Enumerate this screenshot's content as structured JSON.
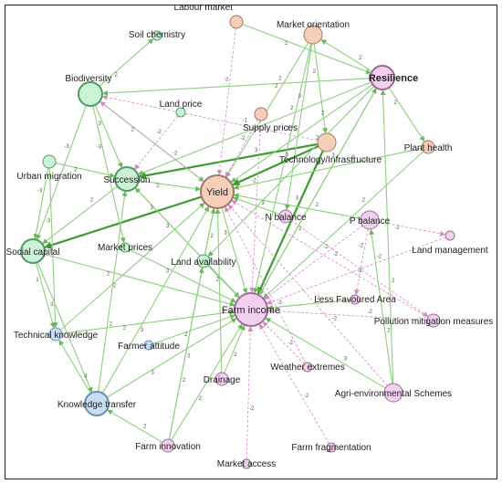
{
  "colors": {
    "green_fill": "#c9f2d6",
    "green_stroke": "#4f9c63",
    "peach_fill": "#f7cfb8",
    "peach_stroke": "#a0756a",
    "pink_fill": "#f4d0f0",
    "pink_stroke": "#9a6d96",
    "blue_fill": "#c8def5",
    "blue_stroke": "#6f8fb0",
    "edge_green": "#8ccf7e",
    "edge_green_dark": "#3d9a2f",
    "edge_pink": "#d488c8"
  },
  "nodes": [
    {
      "id": "labour-market",
      "label": "Labour market",
      "group": "peach",
      "size": "s"
    },
    {
      "id": "market-orientation",
      "label": "Market orientation",
      "group": "peach",
      "size": "m"
    },
    {
      "id": "resilience",
      "label": "Resilience",
      "group": "pink",
      "size": "l"
    },
    {
      "id": "soil-chemistry",
      "label": "Soil chemistry",
      "group": "green",
      "size": "xs"
    },
    {
      "id": "biodiversity",
      "label": "Biodiversity",
      "group": "green",
      "size": "l"
    },
    {
      "id": "land-price",
      "label": "Land price",
      "group": "green",
      "size": "xs"
    },
    {
      "id": "supply-prices",
      "label": "Supply prices",
      "group": "peach",
      "size": "s"
    },
    {
      "id": "technology-infrastructure",
      "label": "Technology/Infrastructure",
      "group": "peach",
      "size": "m"
    },
    {
      "id": "plant-health",
      "label": "Plant health",
      "group": "peach",
      "size": "s"
    },
    {
      "id": "urban-migration",
      "label": "Urban migration",
      "group": "green",
      "size": "s"
    },
    {
      "id": "succession",
      "label": "Succession",
      "group": "green",
      "size": "l"
    },
    {
      "id": "yield",
      "label": "Yield",
      "group": "peach",
      "size": "xl"
    },
    {
      "id": "n-balance",
      "label": "N balance",
      "group": "pink",
      "size": "s"
    },
    {
      "id": "p-balance",
      "label": "P balance",
      "group": "pink",
      "size": "m"
    },
    {
      "id": "social-capital",
      "label": "Social capital",
      "group": "green",
      "size": "l"
    },
    {
      "id": "market-prices",
      "label": "Market prices",
      "group": "green",
      "size": "xs"
    },
    {
      "id": "land-availability",
      "label": "Land availability",
      "group": "green",
      "size": "s"
    },
    {
      "id": "land-management",
      "label": "Land management",
      "group": "pink",
      "size": "xs"
    },
    {
      "id": "less-favoured-area",
      "label": "Less Favoured Area",
      "group": "pink",
      "size": "xs"
    },
    {
      "id": "farm-income",
      "label": "Farm income",
      "group": "pink",
      "size": "xl"
    },
    {
      "id": "technical-knowledge",
      "label": "Technical knowledge",
      "group": "blue",
      "size": "s"
    },
    {
      "id": "farmer-attitude",
      "label": "Farmer attitude",
      "group": "blue",
      "size": "xs"
    },
    {
      "id": "pollution-mitigation",
      "label": "Pollution mitigation measures",
      "group": "pink",
      "size": "s"
    },
    {
      "id": "drainage",
      "label": "Drainage",
      "group": "pink",
      "size": "s"
    },
    {
      "id": "weather-extremes",
      "label": "Weather extremes",
      "group": "pink",
      "size": "xs"
    },
    {
      "id": "agri-environmental",
      "label": "Agri-environmental Schemes",
      "group": "pink",
      "size": "m"
    },
    {
      "id": "knowledge-transfer",
      "label": "Knowledge transfer",
      "group": "blue",
      "size": "l"
    },
    {
      "id": "farm-innovation",
      "label": "Farm innovation",
      "group": "pink",
      "size": "s"
    },
    {
      "id": "market-access",
      "label": "Market access",
      "group": "pink",
      "size": "xs"
    },
    {
      "id": "farm-fragmentation",
      "label": "Farm fragmentation",
      "group": "pink",
      "size": "xs"
    }
  ],
  "edges": [
    {
      "from": "technology-infrastructure",
      "to": "yield",
      "weight": "3",
      "style": "dark"
    },
    {
      "from": "technology-infrastructure",
      "to": "farm-income",
      "weight": "3",
      "style": "dark"
    },
    {
      "from": "technology-infrastructure",
      "to": "succession",
      "weight": "3",
      "style": "dark"
    },
    {
      "from": "yield",
      "to": "social-capital",
      "weight": "3",
      "style": "dark"
    },
    {
      "from": "yield",
      "to": "farm-income",
      "weight": "3",
      "style": "green"
    },
    {
      "from": "biodiversity",
      "to": "succession",
      "weight": "3",
      "style": "green"
    },
    {
      "from": "biodiversity",
      "to": "yield",
      "weight": "2",
      "style": "green"
    },
    {
      "from": "biodiversity",
      "to": "social-capital",
      "weight": "-3",
      "style": "green"
    },
    {
      "from": "biodiversity",
      "to": "soil-chemistry",
      "weight": "2",
      "style": "green"
    },
    {
      "from": "biodiversity",
      "to": "market-prices",
      "weight": "-3",
      "style": "green"
    },
    {
      "from": "market-orientation",
      "to": "yield",
      "weight": "2",
      "style": "green"
    },
    {
      "from": "market-orientation",
      "to": "farm-income",
      "weight": "3",
      "style": "green"
    },
    {
      "from": "market-orientation",
      "to": "technology-infrastructure",
      "weight": "2",
      "style": "green"
    },
    {
      "from": "resilience",
      "to": "market-orientation",
      "weight": "2",
      "style": "green"
    },
    {
      "from": "resilience",
      "to": "yield",
      "weight": "2",
      "style": "green"
    },
    {
      "from": "resilience",
      "to": "succession",
      "weight": "2",
      "style": "green"
    },
    {
      "from": "resilience",
      "to": "farm-income",
      "weight": "3",
      "style": "green"
    },
    {
      "from": "resilience",
      "to": "plant-health",
      "weight": "2",
      "style": "green"
    },
    {
      "from": "resilience",
      "to": "biodiversity",
      "weight": "2",
      "style": "green"
    },
    {
      "from": "labour-market",
      "to": "resilience",
      "weight": "2",
      "style": "green"
    },
    {
      "from": "labour-market",
      "to": "yield",
      "weight": "-2",
      "style": "pink"
    },
    {
      "from": "plant-health",
      "to": "yield",
      "weight": "3",
      "style": "green"
    },
    {
      "from": "plant-health",
      "to": "farm-income",
      "weight": "2",
      "style": "green"
    },
    {
      "from": "supply-prices",
      "to": "yield",
      "weight": "-2",
      "style": "pink"
    },
    {
      "from": "supply-prices",
      "to": "farm-income",
      "weight": "-2",
      "style": "pink"
    },
    {
      "from": "land-price",
      "to": "succession",
      "weight": "-2",
      "style": "pink"
    },
    {
      "from": "urban-migration",
      "to": "social-capital",
      "weight": "-3",
      "style": "green"
    },
    {
      "from": "urban-migration",
      "to": "succession",
      "weight": "2",
      "style": "green"
    },
    {
      "from": "succession",
      "to": "yield",
      "weight": "2",
      "style": "green"
    },
    {
      "from": "succession",
      "to": "social-capital",
      "weight": "2",
      "style": "green"
    },
    {
      "from": "succession",
      "to": "farm-income",
      "weight": "3",
      "style": "green"
    },
    {
      "from": "social-capital",
      "to": "farm-income",
      "weight": "2",
      "style": "green"
    },
    {
      "from": "social-capital",
      "to": "knowledge-transfer",
      "weight": "3",
      "style": "green"
    },
    {
      "from": "n-balance",
      "to": "yield",
      "weight": "3",
      "style": "green"
    },
    {
      "from": "n-balance",
      "to": "pollution-mitigation",
      "weight": "-2",
      "style": "pink"
    },
    {
      "from": "p-balance",
      "to": "yield",
      "weight": "2",
      "style": "green"
    },
    {
      "from": "p-balance",
      "to": "farm-income",
      "weight": "-2",
      "style": "pink"
    },
    {
      "from": "p-balance",
      "to": "land-management",
      "weight": "-2",
      "style": "pink"
    },
    {
      "from": "p-balance",
      "to": "less-favoured-area",
      "weight": "-2",
      "style": "pink"
    },
    {
      "from": "market-prices",
      "to": "farm-income",
      "weight": "3",
      "style": "green"
    },
    {
      "from": "land-availability",
      "to": "farm-income",
      "weight": "2",
      "style": "green"
    },
    {
      "from": "land-availability",
      "to": "yield",
      "weight": "2",
      "style": "green"
    },
    {
      "from": "land-management",
      "to": "farm-income",
      "weight": "-2",
      "style": "pink"
    },
    {
      "from": "less-favoured-area",
      "to": "farm-income",
      "weight": "2",
      "style": "green"
    },
    {
      "from": "pollution-mitigation",
      "to": "farm-income",
      "weight": "-2",
      "style": "pink"
    },
    {
      "from": "pollution-mitigation",
      "to": "yield",
      "weight": "-2",
      "style": "pink"
    },
    {
      "from": "technical-knowledge",
      "to": "farm-income",
      "weight": "2",
      "style": "green"
    },
    {
      "from": "technical-knowledge",
      "to": "yield",
      "weight": "2",
      "style": "green"
    },
    {
      "from": "farmer-attitude",
      "to": "farm-income",
      "weight": "2",
      "style": "green"
    },
    {
      "from": "drainage",
      "to": "farm-income",
      "weight": "2",
      "style": "green"
    },
    {
      "from": "drainage",
      "to": "yield",
      "weight": "2",
      "style": "green"
    },
    {
      "from": "weather-extremes",
      "to": "farm-income",
      "weight": "-2",
      "style": "pink"
    },
    {
      "from": "weather-extremes",
      "to": "yield",
      "weight": "-3",
      "style": "pink"
    },
    {
      "from": "agri-environmental",
      "to": "farm-income",
      "weight": "3",
      "style": "green"
    },
    {
      "from": "agri-environmental",
      "to": "yield",
      "weight": "-2",
      "style": "pink"
    },
    {
      "from": "agri-environmental",
      "to": "p-balance",
      "weight": "2",
      "style": "green"
    },
    {
      "from": "agri-environmental",
      "to": "resilience",
      "weight": "2",
      "style": "green"
    },
    {
      "from": "knowledge-transfer",
      "to": "farm-income",
      "weight": "3",
      "style": "green"
    },
    {
      "from": "knowledge-transfer",
      "to": "yield",
      "weight": "3",
      "style": "green"
    },
    {
      "from": "knowledge-transfer",
      "to": "technical-knowledge",
      "weight": "3",
      "style": "green"
    },
    {
      "from": "knowledge-transfer",
      "to": "succession",
      "weight": "2",
      "style": "green"
    },
    {
      "from": "farm-innovation",
      "to": "farm-income",
      "weight": "2",
      "style": "green"
    },
    {
      "from": "farm-innovation",
      "to": "yield",
      "weight": "3",
      "style": "green"
    },
    {
      "from": "farm-innovation",
      "to": "knowledge-transfer",
      "weight": "2",
      "style": "green"
    },
    {
      "from": "farm-innovation",
      "to": "land-availability",
      "weight": "2",
      "style": "green"
    },
    {
      "from": "market-access",
      "to": "farm-income",
      "weight": "-2",
      "style": "pink"
    },
    {
      "from": "farm-fragmentation",
      "to": "farm-income",
      "weight": "-2",
      "style": "pink"
    },
    {
      "from": "farm-income",
      "to": "resilience",
      "weight": "2",
      "style": "green"
    },
    {
      "from": "farm-income",
      "to": "succession",
      "weight": "2",
      "style": "green"
    },
    {
      "from": "yield",
      "to": "biodiversity",
      "weight": "-2",
      "style": "pink"
    },
    {
      "from": "technology-infrastructure",
      "to": "biodiversity",
      "weight": "-1",
      "style": "pink"
    },
    {
      "from": "market-orientation",
      "to": "n-balance",
      "weight": "2",
      "style": "green"
    },
    {
      "from": "resilience",
      "to": "land-availability",
      "weight": "2",
      "style": "green"
    },
    {
      "from": "urban-migration",
      "to": "technical-knowledge",
      "weight": "-3",
      "style": "green"
    },
    {
      "from": "social-capital",
      "to": "technical-knowledge",
      "weight": "1",
      "style": "green"
    }
  ]
}
